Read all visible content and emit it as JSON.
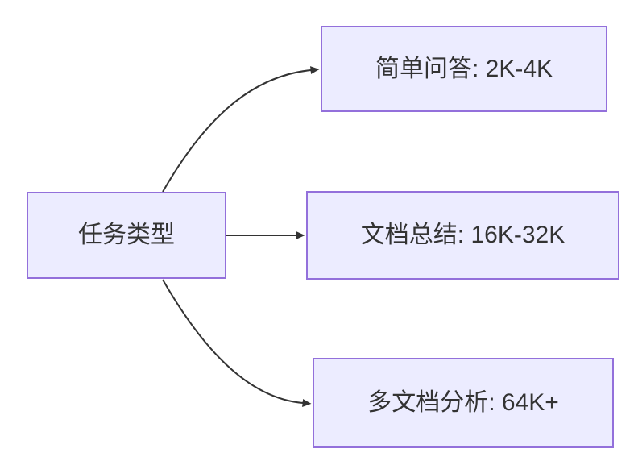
{
  "diagram": {
    "type": "flowchart-left-to-right",
    "root": {
      "id": "task-type",
      "label": "任务类型"
    },
    "nodes": [
      {
        "id": "simple-qa",
        "label": "简单问答: 2K-4K"
      },
      {
        "id": "doc-summary",
        "label": "文档总结: 16K-32K"
      },
      {
        "id": "multi-doc-analysis",
        "label": "多文档分析: 64K+"
      }
    ],
    "edges": [
      {
        "from": "task-type",
        "to": "simple-qa"
      },
      {
        "from": "task-type",
        "to": "doc-summary"
      },
      {
        "from": "task-type",
        "to": "multi-doc-analysis"
      }
    ]
  },
  "colors": {
    "node_fill": "#ECECFF",
    "node_border": "#9370DB",
    "arrow": "#333333",
    "text": "#333333",
    "background": "#FFFFFF"
  }
}
